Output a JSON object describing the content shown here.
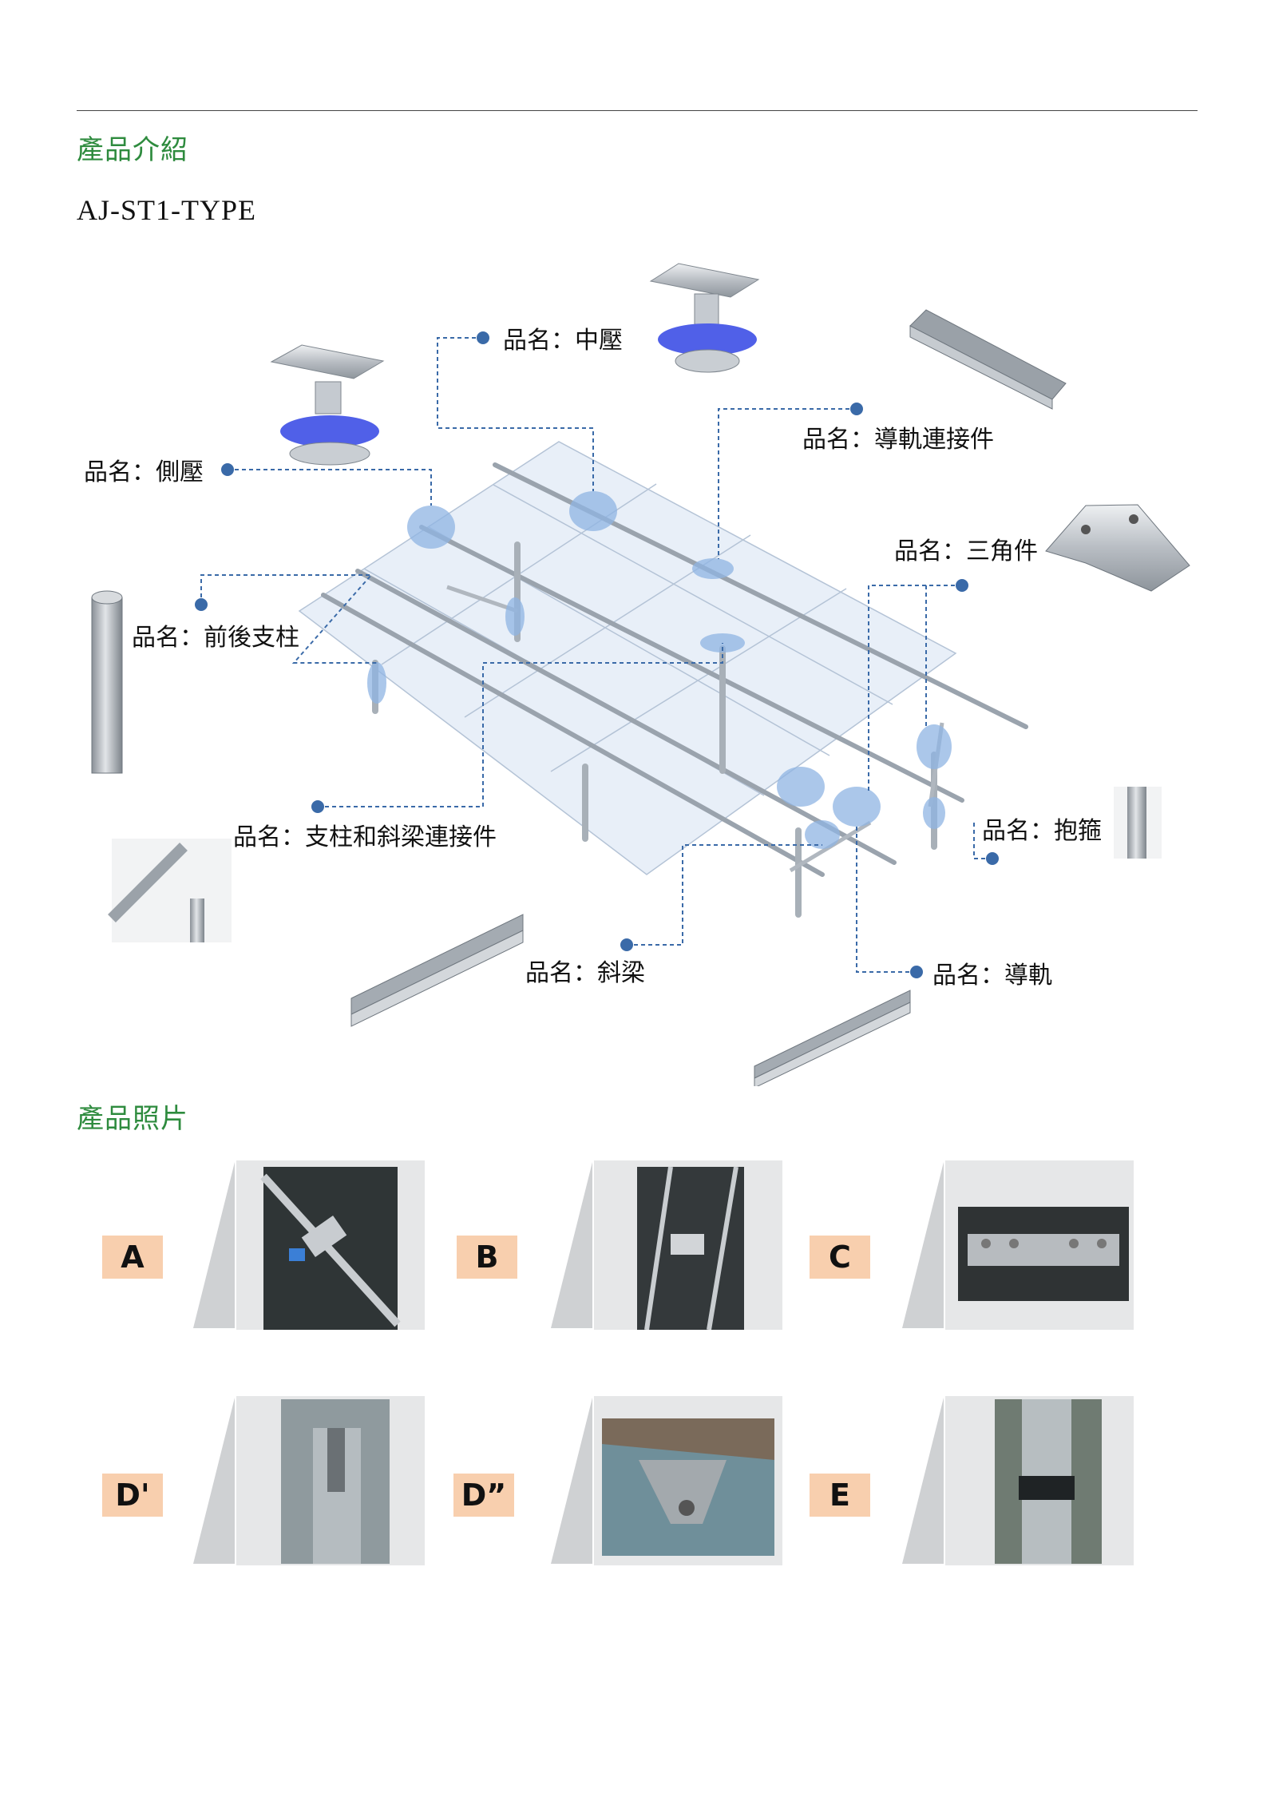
{
  "heading_intro": "產品介紹",
  "model": "AJ-ST1-TYPE",
  "labels": {
    "mid_clamp": "品名：中壓",
    "rail_connector": "品名：導軌連接件",
    "side_clamp": "品名：側壓",
    "triangle": "品名：三角件",
    "post": "品名：前後支柱",
    "post_beam_connector": "品名：支柱和斜梁連接件",
    "hoop": "品名：抱箍",
    "beam": "品名：斜梁",
    "rail": "品名：導軌"
  },
  "heading_photos": "產品照片",
  "photos": [
    {
      "badge": "A"
    },
    {
      "badge": "B"
    },
    {
      "badge": "C"
    },
    {
      "badge": "D'"
    },
    {
      "badge": "D”"
    },
    {
      "badge": "E"
    }
  ],
  "colors": {
    "title_green": "#2e8b3e",
    "badge": "#f8cfae",
    "marker": "#3a6aa8",
    "highlight": "#8fb4e3",
    "clamp_blue": "#5060e8"
  }
}
